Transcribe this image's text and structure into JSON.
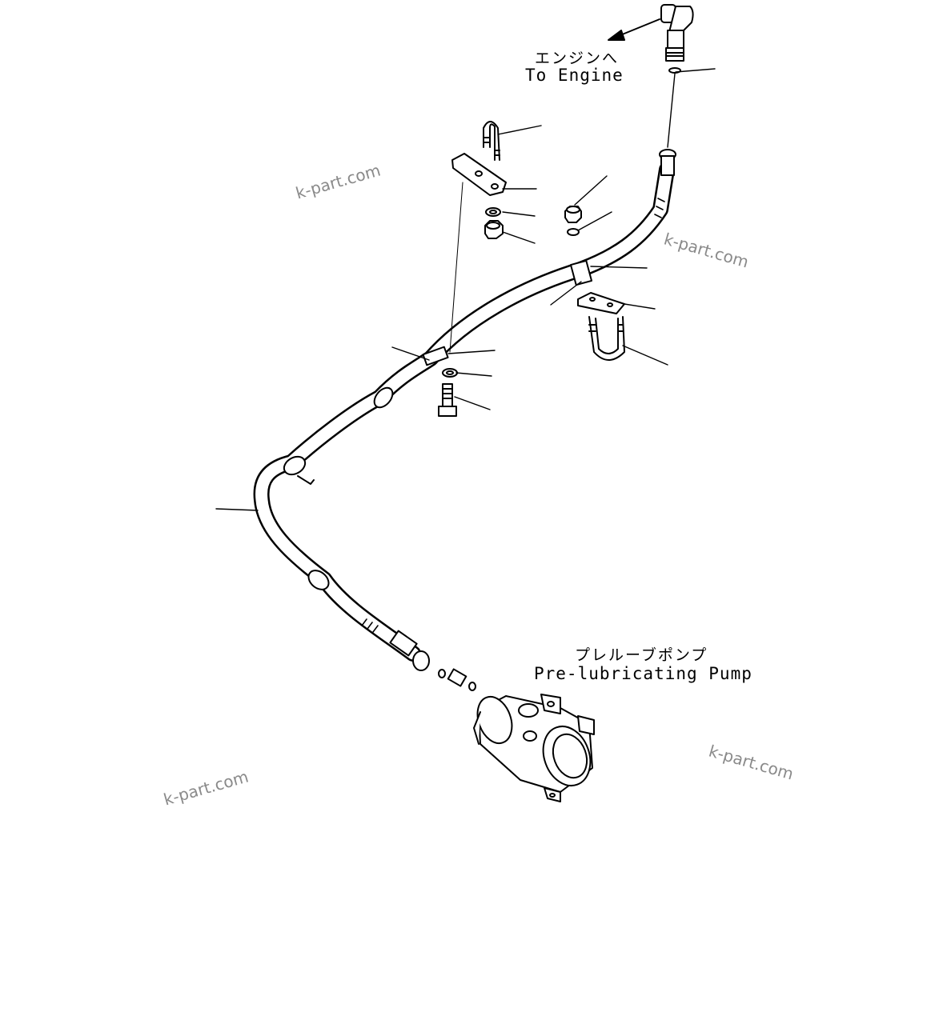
{
  "labels": {
    "engine_jp": "エンジンへ",
    "engine_en": "To Engine",
    "pump_jp": "プレルーブポンプ",
    "pump_en": "Pre-lubricating Pump"
  },
  "watermarks": [
    "k-part.com",
    "k-part.com",
    "k-part.com",
    "k-part.com"
  ],
  "colors": {
    "line": "#000000",
    "watermark": "#8a8a8a",
    "background": "#ffffff"
  }
}
